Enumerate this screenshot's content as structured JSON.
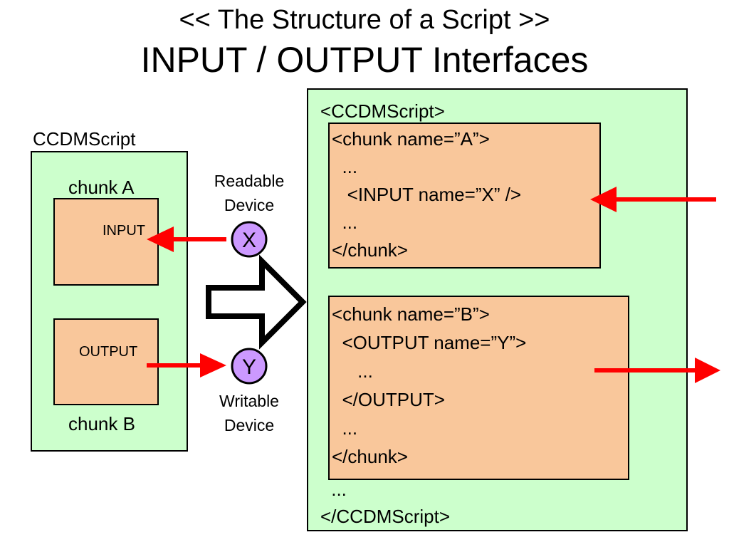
{
  "title": {
    "line1": "<< The Structure of a Script >>",
    "line2": "INPUT / OUTPUT Interfaces"
  },
  "left": {
    "script_label": "CCDMScript",
    "chunk_a_label": "chunk A",
    "chunk_b_label": "chunk B",
    "input_label": "INPUT",
    "output_label": "OUTPUT"
  },
  "devices": {
    "readable": {
      "line1": "Readable",
      "line2": "Device",
      "symbol": "X"
    },
    "writable": {
      "line1": "Writable",
      "line2": "Device",
      "symbol": "Y"
    }
  },
  "right": {
    "open_script": "<CCDMScript>",
    "chunk_a": [
      "<chunk name=”A”>",
      "  ...",
      "   <INPUT name=”X” />",
      "  ...",
      "</chunk>"
    ],
    "chunk_b": [
      "<chunk name=”B”>",
      "  <OUTPUT name=”Y”>",
      "     ...",
      "  </OUTPUT>",
      "  ...",
      "</chunk>"
    ],
    "ellipsis": " ...",
    "close_script": "</CCDMScript>"
  },
  "colors": {
    "script_bg": "#ccffcc",
    "chunk_bg": "#f9c79b",
    "device_bg": "#cc99ff",
    "arrow": "#ff0000"
  }
}
